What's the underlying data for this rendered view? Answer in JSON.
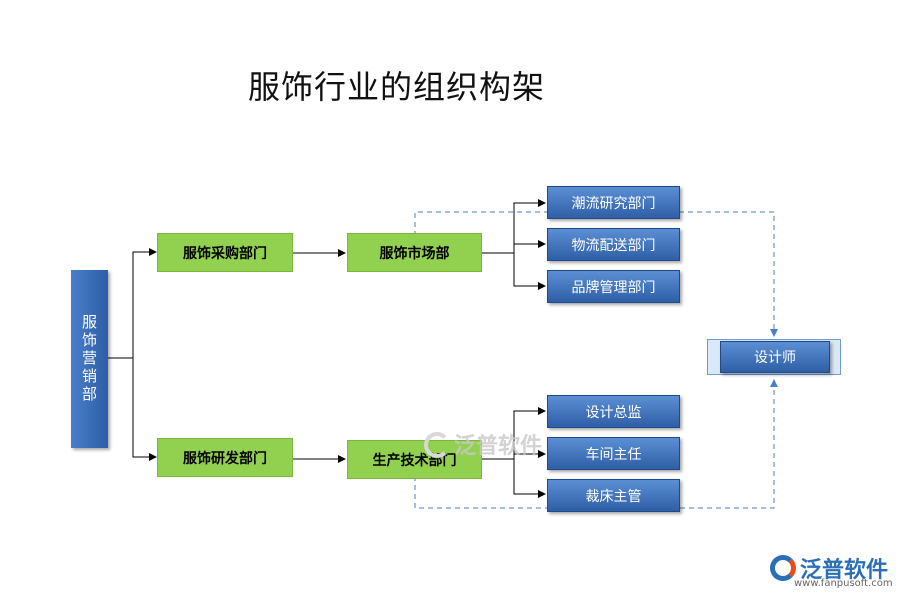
{
  "title": "服饰行业的组织构架",
  "root": "服饰营销部",
  "departments": {
    "procurement": "服饰采购部门",
    "rnd": "服饰研发部门",
    "market": "服饰市场部",
    "production": "生产技术部门"
  },
  "market_units": [
    "潮流研究部门",
    "物流配送部门",
    "品牌管理部门"
  ],
  "production_units": [
    "设计总监",
    "车间主任",
    "裁床主管"
  ],
  "designer": "设计师",
  "watermark": "泛普软件",
  "logo": {
    "name": "泛普软件",
    "url": "www.fanpusoft.com"
  },
  "colors": {
    "green": "#92d050",
    "blue": "#3a6db8",
    "dashed": "#4a7fc8"
  }
}
